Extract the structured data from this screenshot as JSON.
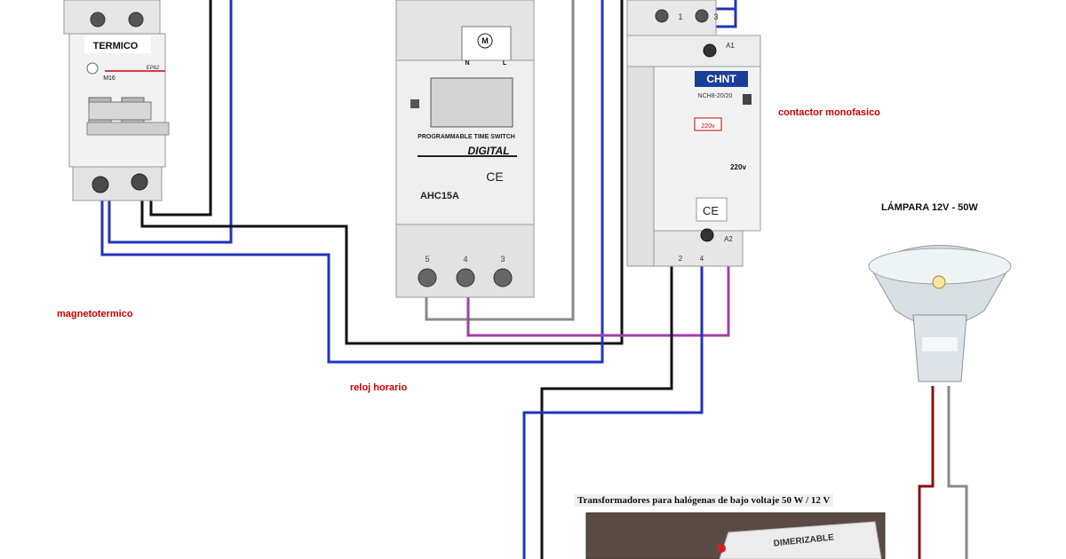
{
  "labels": {
    "magnetotermico": "magnetotermico",
    "reloj_horario": "reloj horario",
    "contactor": "contactor monofasico",
    "lampara": "LÁMPARA 12V - 50W",
    "transformer_caption": "Transformadores para halógenas de bajo voltaje 50 W / 12 V"
  },
  "breaker": {
    "name": "TERMICO",
    "rating": "M16",
    "brand": "EP62"
  },
  "timer": {
    "motor_symbol": "M",
    "terminal_n": "N",
    "terminal_l": "L",
    "title": "PROGRAMMABLE TIME SWITCH",
    "brand": "DIGITAL",
    "ce": "CE",
    "model": "AHC15A",
    "terminals": [
      "5",
      "4",
      "3"
    ]
  },
  "contactor": {
    "brand": "CHNT",
    "model": "NCH8-20/20",
    "coil_voltage": "220v",
    "coil_small": "220v",
    "top_terminals": [
      "1",
      "3"
    ],
    "bottom_terminals": [
      "2",
      "4"
    ],
    "a1": "A1",
    "a2": "A2",
    "ce": "CE"
  },
  "transformer": {
    "label": "DIMERIZABLE"
  },
  "colors": {
    "wire_black": "#111111",
    "wire_blue": "#2233bb",
    "wire_gray": "#8a8a8a",
    "wire_purple": "#a040a8",
    "wire_red": "#8b1010",
    "label_red": "#cc0000"
  }
}
